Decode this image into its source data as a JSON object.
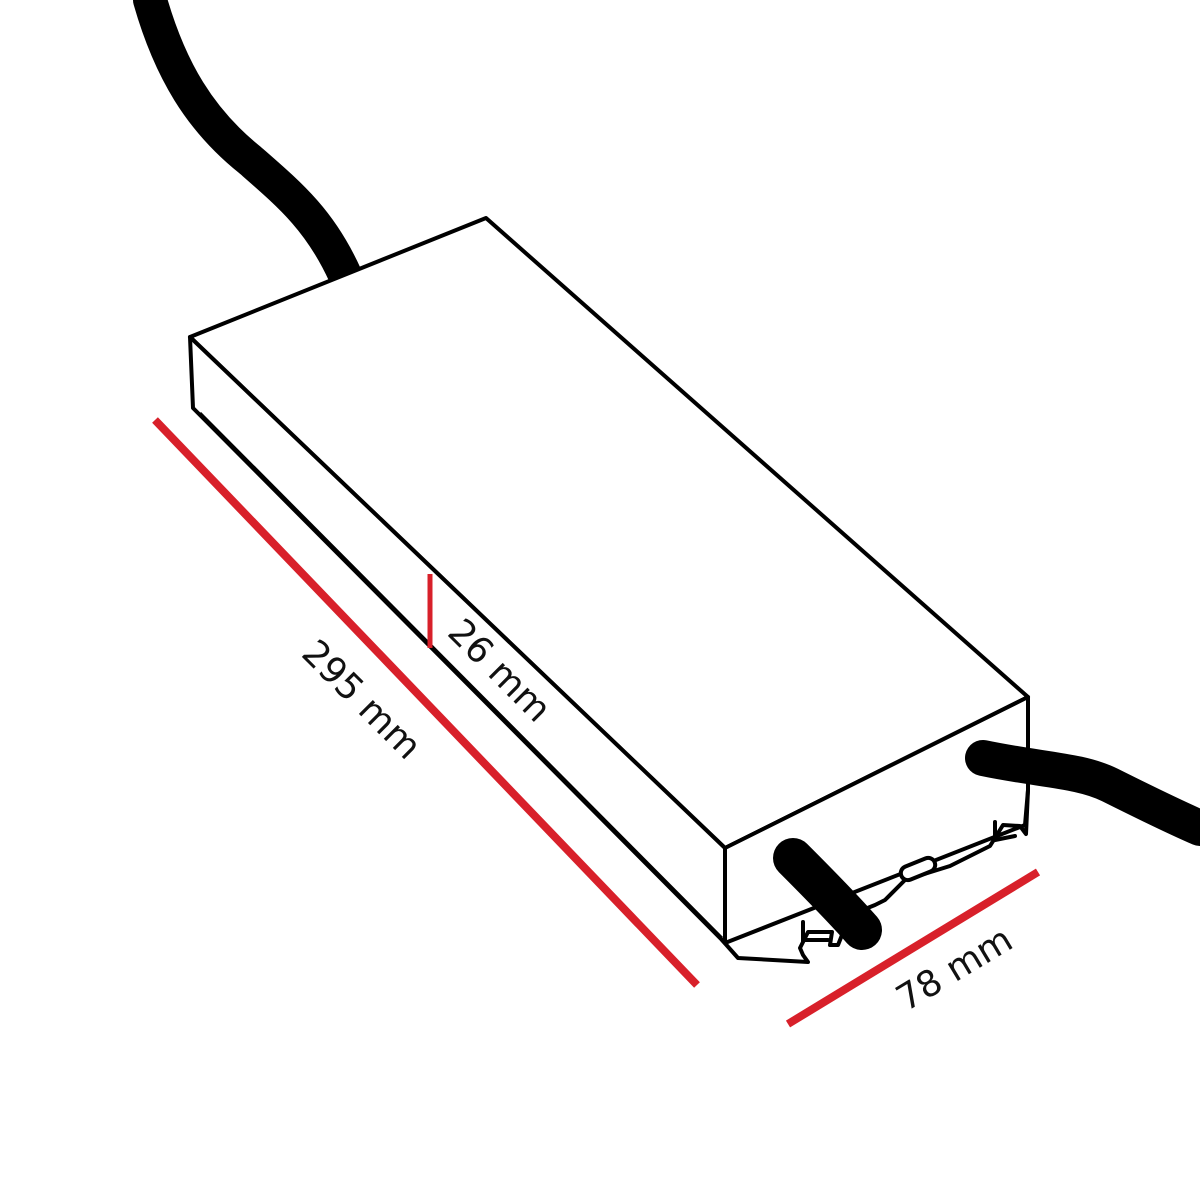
{
  "colors": {
    "outline": "#000000",
    "cable": "#000000",
    "dimension_line": "#d8202a",
    "background": "#ffffff"
  },
  "dimensions": {
    "length": "295 mm",
    "height": "26 mm",
    "width": "78 mm"
  }
}
